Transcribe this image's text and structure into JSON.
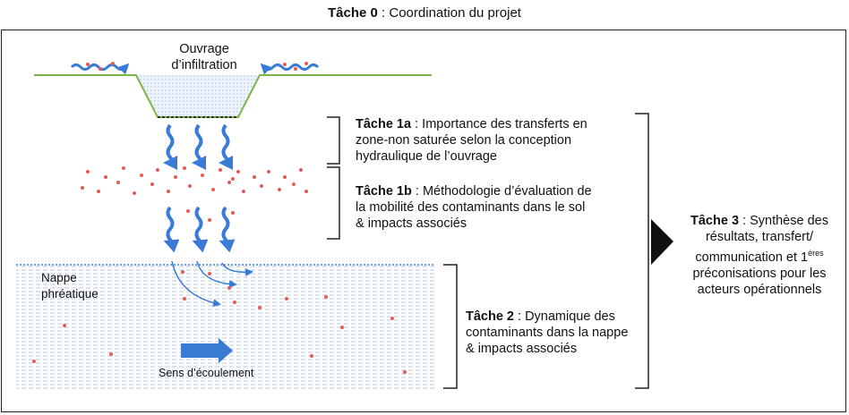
{
  "title": {
    "bold": "Tâche 0",
    "rest": " : Coordination du projet"
  },
  "ouvrage": {
    "line1": "Ouvrage",
    "line2": "d’infiltration"
  },
  "nappe": {
    "line1": "Nappe",
    "line2": "phréatique"
  },
  "ecoulement": "Sens d’écoulement",
  "task1a": {
    "bold": "Tâche 1a",
    "line1": " : Importance des transferts en",
    "line2": "zone-non saturée selon la conception",
    "line3": "hydraulique de l’ouvrage"
  },
  "task1b": {
    "bold": "Tâche 1b",
    "line1": " : Méthodologie d’évaluation de",
    "line2": "la mobilité des contaminants dans le sol",
    "line3": "& impacts associés"
  },
  "task2": {
    "bold": "Tâche 2",
    "line1": " : Dynamique des",
    "line2": "contaminants dans la nappe",
    "line3": "& impacts associés"
  },
  "task3": {
    "bold": "Tâche 3",
    "line1": " : Synthèse des",
    "line2": "résultats, transfert/",
    "line3a": "communication et 1",
    "line3sup": "ères",
    "line4": "préconisations pour les",
    "line5": "acteurs opérationnels"
  },
  "colors": {
    "ground": "#7ab648",
    "arrow": "#3a7bd5",
    "dot": "#e85a5a",
    "water": "#b8c8de",
    "bracket": "#222222"
  }
}
